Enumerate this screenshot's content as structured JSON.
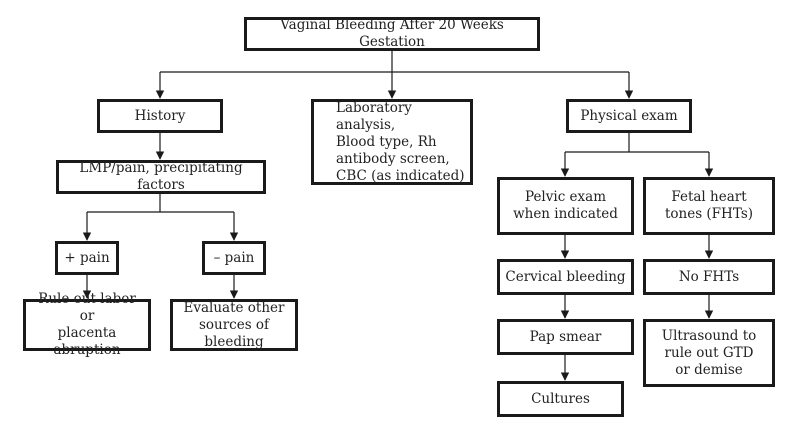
{
  "nodes": {
    "root": "Vaginal Bleeding After 20 Weeks Gestation",
    "history": "History",
    "lab": "Laboratory analysis,\nBlood type, Rh\nantibody screen,\nCBC (as indicated)",
    "physical": "Physical exam",
    "lmp": "LMP/pain, precipitating factors",
    "plus_pain": "+ pain",
    "minus_pain": "– pain",
    "rule_out": "Rule out labor or\nplacenta abruption",
    "evaluate": "Evaluate other\nsources of bleeding",
    "pelvic": "Pelvic exam\nwhen indicated",
    "fht": "Fetal heart\ntones (FHTs)",
    "cervical": "Cervical bleeding",
    "no_fht": "No FHTs",
    "pap": "Pap smear",
    "ultrasound": "Ultrasound to\nrule out GTD\nor demise",
    "cultures": "Cultures"
  }
}
